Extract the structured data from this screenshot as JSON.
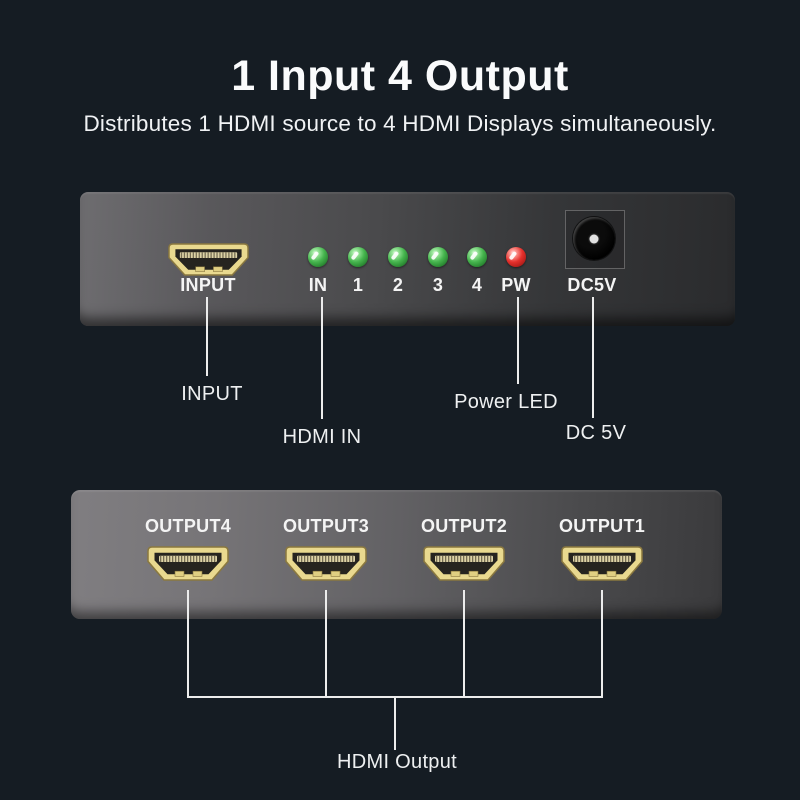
{
  "header": {
    "title": "1 Input 4 Output",
    "subtitle": "Distributes 1 HDMI source to 4 HDMI Displays simultaneously."
  },
  "front_panel": {
    "input_port_label": "INPUT",
    "leds": [
      {
        "label": "IN",
        "color": "green"
      },
      {
        "label": "1",
        "color": "green"
      },
      {
        "label": "2",
        "color": "green"
      },
      {
        "label": "3",
        "color": "green"
      },
      {
        "label": "4",
        "color": "green"
      },
      {
        "label": "PW",
        "color": "red"
      }
    ],
    "dc_jack_label": "DC5V"
  },
  "front_callouts": [
    {
      "label": "INPUT"
    },
    {
      "label": "HDMI IN"
    },
    {
      "label": "Power LED"
    },
    {
      "label": "DC 5V"
    }
  ],
  "back_panel": {
    "output_port_labels": [
      "OUTPUT4",
      "OUTPUT3",
      "OUTPUT2",
      "OUTPUT1"
    ]
  },
  "back_callout": {
    "label": "HDMI Output"
  },
  "colors": {
    "background": "#151c23",
    "text": "#fafbfc",
    "led_green": "#45b44d",
    "led_red": "#e5302c",
    "port_gold": "#e9d98f",
    "callout_line": "#ececec"
  }
}
